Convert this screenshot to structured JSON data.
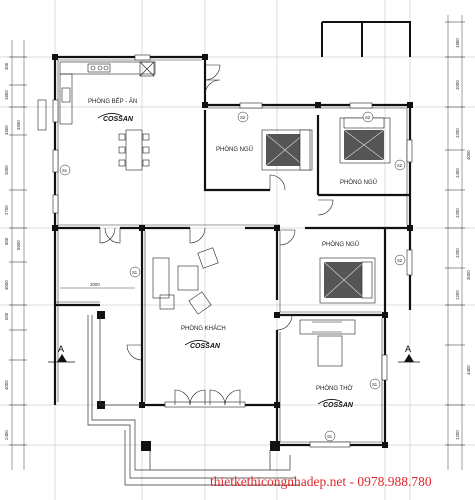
{
  "rooms": {
    "kitchen": "PHÒNG BẾP - ĂN",
    "bedroom_1": "PHÒNG NGỦ",
    "bedroom_2": "PHÒNG NGỦ",
    "bedroom_3": "PHÒNG NGỦ",
    "living": "PHÒNG KHÁCH",
    "worship": "PHÒNG THỜ"
  },
  "logo_text": "COSSAN",
  "section_marks": [
    "A",
    "A"
  ],
  "tags": {
    "s1": "S1",
    "s2": "S2"
  },
  "dimensions": {
    "left": [
      "300",
      "1800",
      "4500",
      "2000",
      "4550",
      "2700",
      "5600",
      "800",
      "3000",
      "600",
      "4000",
      "2400"
    ],
    "right": [
      "1800",
      "1000",
      "4000",
      "1200",
      "1400",
      "1200",
      "1200",
      "3000",
      "1200",
      "4400",
      "1200"
    ],
    "inner": "3000"
  },
  "watermark": "thietkethicongnhadep.net - 0978.988.780"
}
